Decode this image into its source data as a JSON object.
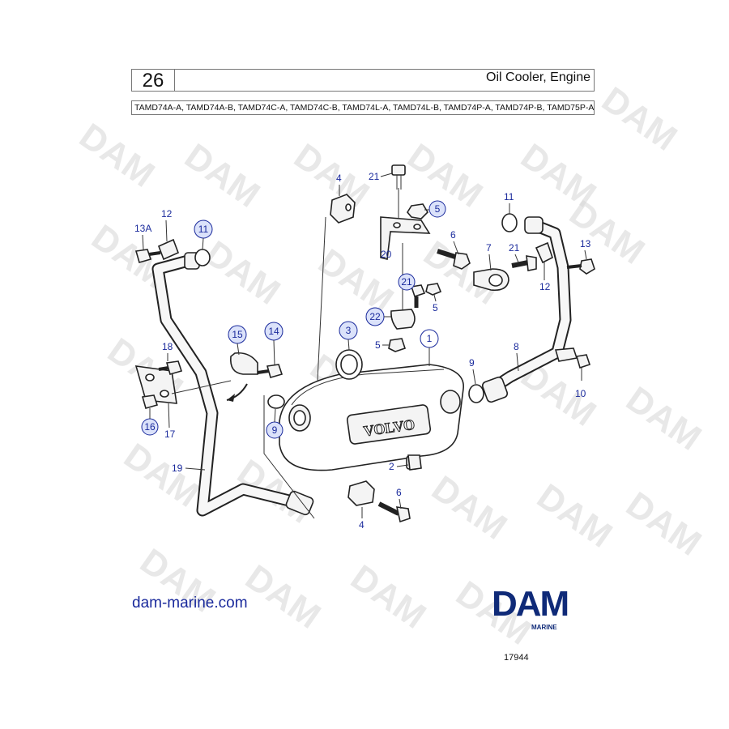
{
  "header": {
    "page_number": "26",
    "title": "Oil Cooler, Engine",
    "models": "TAMD74A-A, TAMD74A-B, TAMD74C-A, TAMD74C-B, TAMD74L-A, TAMD74L-B, TAMD74P-A, TAMD74P-B, TAMD75P-A"
  },
  "callouts": {
    "c1": "1",
    "c2": "2",
    "c3": "3",
    "c4_top": "4",
    "c4_bottom": "4",
    "c5_top": "5",
    "c5_mid": "5",
    "c5_low": "5",
    "c6_top": "6",
    "c6_bottom": "6",
    "c7": "7",
    "c8": "8",
    "c9_right": "9",
    "c9_left": "9",
    "c10": "10",
    "c11_left": "11",
    "c11_right": "11",
    "c12_left": "12",
    "c12_right": "12",
    "c13": "13",
    "c13a": "13A",
    "c14": "14",
    "c15": "15",
    "c16": "16",
    "c17": "17",
    "c18": "18",
    "c19": "19",
    "c20": "20",
    "c21_top": "21",
    "c21_right": "21",
    "c21_mid": "21",
    "c22": "22"
  },
  "cooler_marking": "VOLVO",
  "watermark_text": "DAM",
  "footer": {
    "website": "dam-marine.com",
    "logo_text": "DAM",
    "logo_subtext": "MARINE",
    "figure_id": "17944"
  },
  "colors": {
    "label_blue": "#1a2a9c",
    "logo_navy": "#0f2a78",
    "line": "#222222"
  }
}
